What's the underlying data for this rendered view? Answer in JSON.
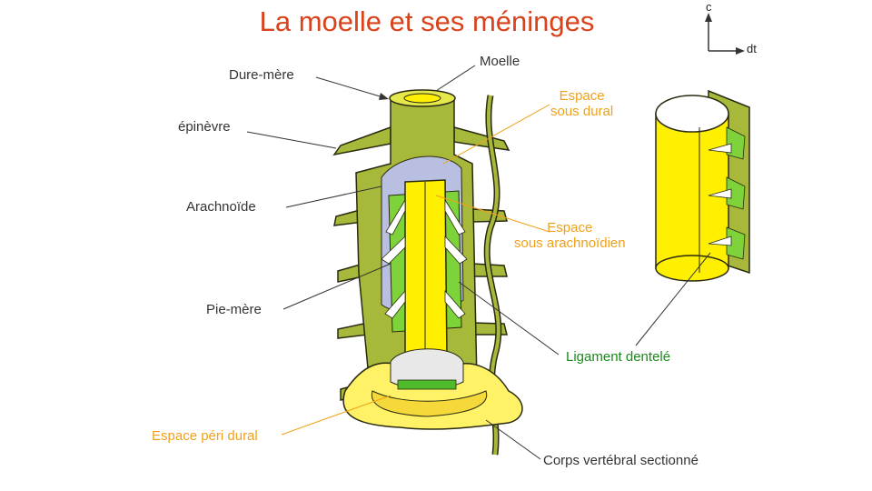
{
  "title": "La moelle et ses méninges",
  "axes": {
    "vertical": "c",
    "horizontal": "dt"
  },
  "labels": {
    "dure_mere": "Dure-mère",
    "moelle": "Moelle",
    "epinevre": "épinèvre",
    "espace_sous_dural_1": "Espace",
    "espace_sous_dural_2": "sous dural",
    "arachnoide": "Arachnoïde",
    "espace_sous_arachnoidien_1": "Espace",
    "espace_sous_arachnoidien_2": "sous arachnoïdien",
    "pie_mere": "Pie-mère",
    "ligament_dentele": "Ligament dentelé",
    "espace_peri_dural": "Espace péri dural",
    "corps_vertebral": "Corps vertébral sectionné"
  },
  "colors": {
    "title": "#d9421a",
    "label": "#333333",
    "space_label": "#f0a11a",
    "ligament_label": "#1a8a1a",
    "dura": "#a8b83a",
    "cord": "#ffef00",
    "arachnoid": "#b8bfe0",
    "pia_green": "#7ed33a"
  }
}
